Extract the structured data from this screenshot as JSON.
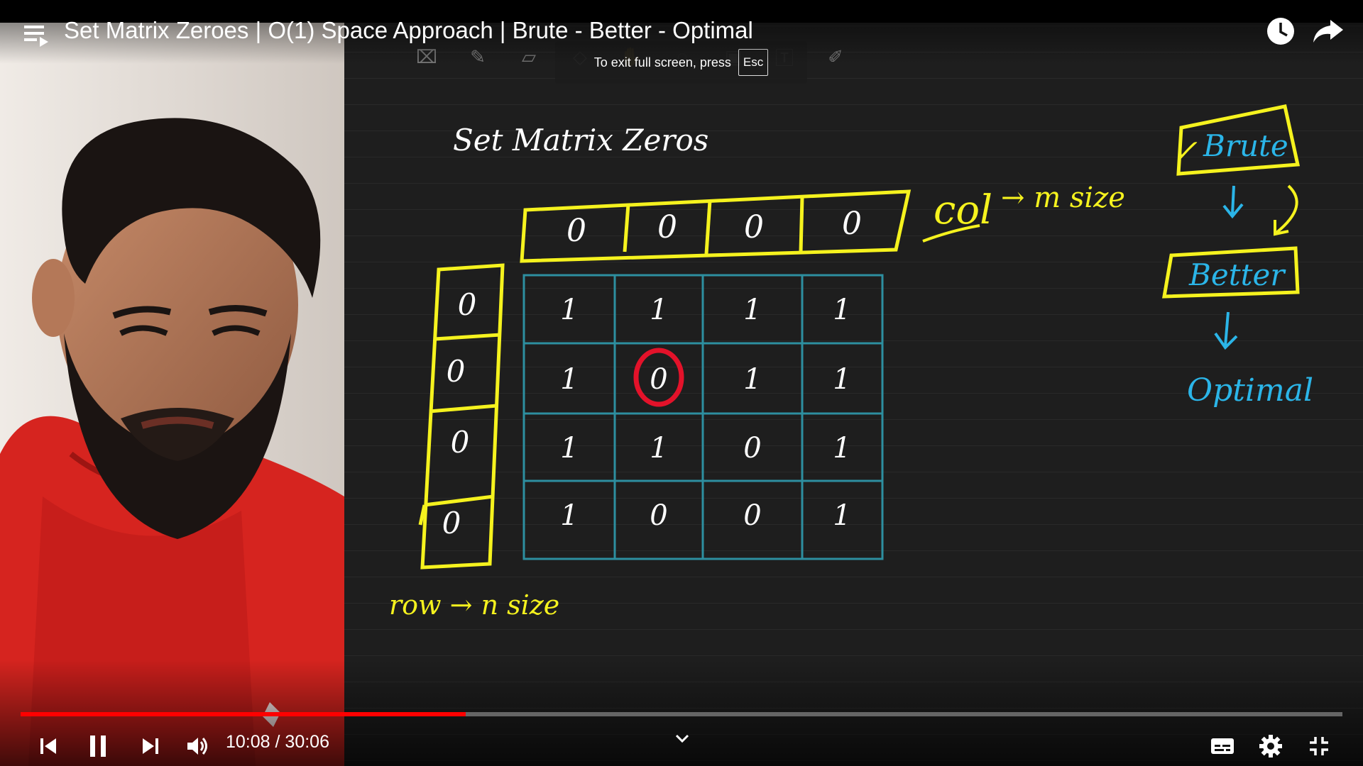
{
  "player": {
    "title": "Set Matrix Zeroes | O(1) Space Approach | Brute - Better - Optimal",
    "time_current": "10:08",
    "time_separator": "/",
    "time_total": "30:06",
    "progress_fraction": 0.3367,
    "fullscreen_toast": {
      "text": "To exit full screen, press",
      "key": "Esc"
    },
    "colors": {
      "progress": "#ff0000",
      "board_bg": "#1e1e1e",
      "ink_yellow": "#f5f21e",
      "ink_cyan": "#2bb5e8",
      "ink_red": "#e3122a",
      "grid_teal": "#2d8fa0"
    }
  },
  "icons": {
    "playlist": "playlist-icon",
    "watch_later": "clock-icon",
    "share": "share-arrow-icon",
    "prev": "skip-previous-icon",
    "pause": "pause-icon",
    "next": "skip-next-icon",
    "volume": "volume-icon",
    "expand": "chevron-down-icon",
    "captions": "subtitles-icon",
    "settings": "gear-icon",
    "exit_fullscreen": "exit-fullscreen-icon"
  },
  "board": {
    "heading": "Set Matrix Zeros",
    "col_label": "col",
    "col_note": "→ m size",
    "row_note": "row → n size",
    "col_array": [
      "0",
      "0",
      "0",
      "0"
    ],
    "row_array": [
      "0",
      "0",
      "0",
      "0"
    ],
    "matrix": [
      [
        "1",
        "1",
        "1",
        "1"
      ],
      [
        "1",
        "0",
        "1",
        "1"
      ],
      [
        "1",
        "1",
        "0",
        "1"
      ],
      [
        "1",
        "0",
        "0",
        "1"
      ]
    ],
    "highlighted_cell": "0",
    "approaches": {
      "brute": "Brute",
      "brute_check": "✓",
      "better": "Better",
      "optimal": "Optimal"
    }
  }
}
